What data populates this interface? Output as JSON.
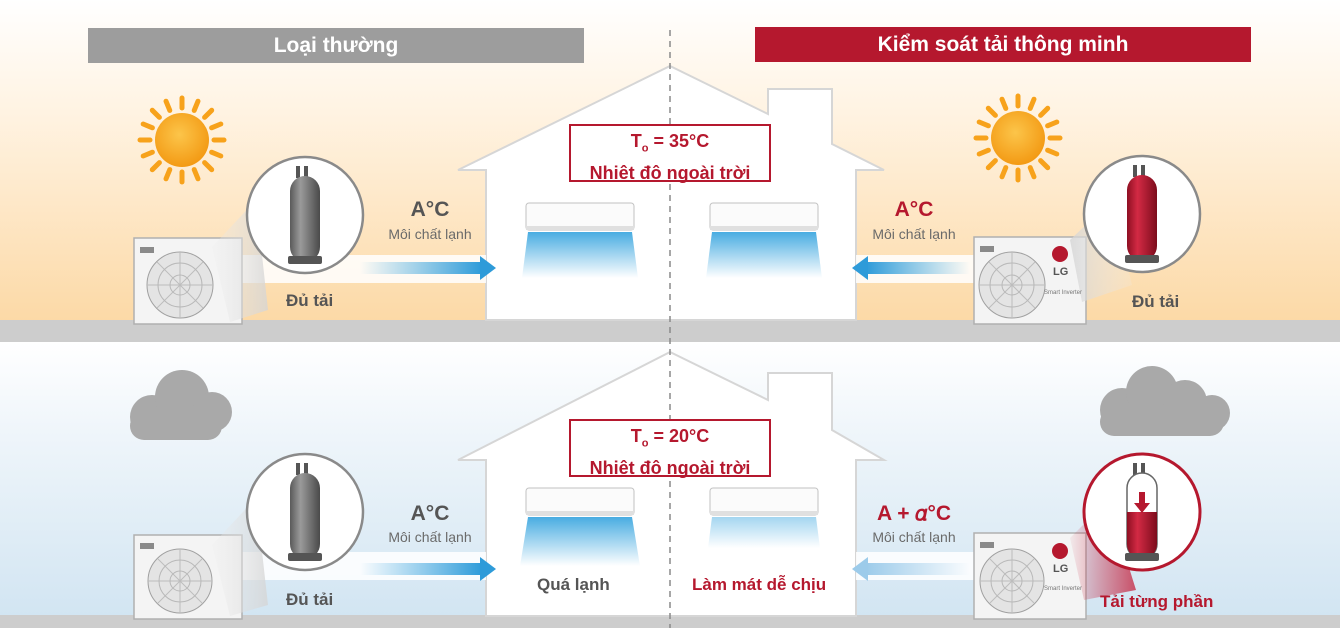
{
  "headers": {
    "left": "Loại thường",
    "right": "Kiểm soát tải thông minh"
  },
  "colors": {
    "left_header_bg": "#9d9d9d",
    "right_header_bg": "#b5182e",
    "accent_red": "#b5182e",
    "hot_sky": "#fde3bd",
    "cool_sky": "#dcebf5",
    "ground": "#cdcdcd",
    "sun": "#f7a21b",
    "cloud": "#a9a9a9",
    "airflow_blue": "#3aa6df"
  },
  "top_row": {
    "temperature": {
      "prefix": "T",
      "subscript": "o",
      "value": "= 35°C",
      "caption": "Nhiệt độ ngoài trời"
    },
    "left": {
      "refrigerant_temp": "A°C",
      "refrigerant_label": "Môi chất lạnh",
      "load": "Đủ tải"
    },
    "right": {
      "refrigerant_temp": "A°C",
      "refrigerant_label": "Môi chất lạnh",
      "load": "Đủ tải",
      "brand": "LG",
      "unit_caption": "Smart Inverter"
    }
  },
  "bottom_row": {
    "temperature": {
      "prefix": "T",
      "subscript": "o",
      "value": "= 20°C",
      "caption": "Nhiệt độ ngoài trời"
    },
    "left": {
      "refrigerant_temp": "A°C",
      "refrigerant_label": "Môi chất lạnh",
      "load": "Đủ tải",
      "indoor_result": "Quá lạnh"
    },
    "right": {
      "refrigerant_temp": "A + 𝛼°C",
      "refrigerant_label": "Môi chất lạnh",
      "load": "Tải từng phần",
      "indoor_result": "Làm mát dễ chịu",
      "brand": "LG",
      "unit_caption": "Smart Inverter"
    }
  }
}
